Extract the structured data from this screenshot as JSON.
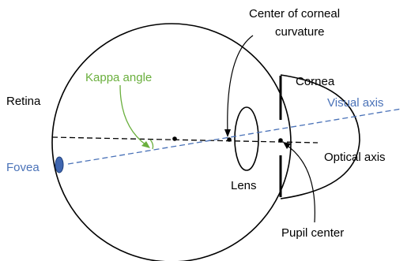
{
  "labels": {
    "center_of_corneal_curvature_line1": "Center of corneal",
    "center_of_corneal_curvature_line2": "curvature",
    "kappa_angle": "Kappa angle",
    "retina": "Retina",
    "cornea": "Cornea",
    "visual_axis": "Visual axis",
    "fovea": "Fovea",
    "optical_axis": "Optical axis",
    "lens": "Lens",
    "pupil_center": "Pupil center"
  },
  "colors": {
    "outline": "#000000",
    "kappa": "#6aaf3d",
    "visual_axis": "#4a72b8",
    "fovea_fill": "#3f66b0",
    "fovea_stroke": "#1f3f7a"
  }
}
